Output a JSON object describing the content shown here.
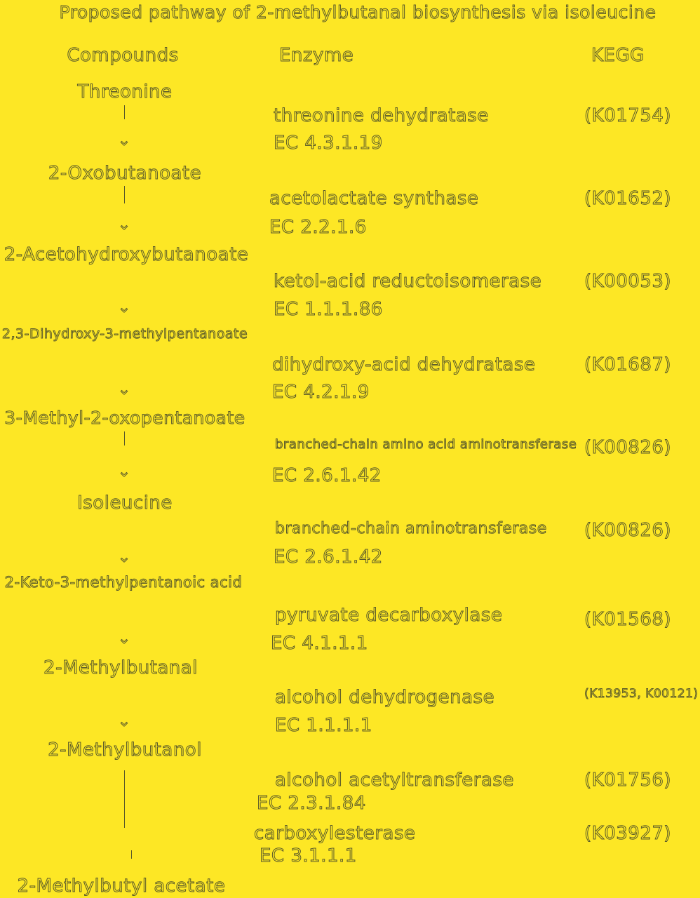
{
  "title": "Proposed pathway of 2-methylbutanal biosynthesis via isoleucine",
  "headers": {
    "compounds": "Compounds",
    "enzyme": "Enzyme",
    "kegg": "KEGG"
  },
  "compounds": [
    "Threonine",
    "2-Oxobutanoate",
    "2-Acetohydroxybutanoate",
    "2,3-Dihydroxy-3-methylpentanoate",
    "3-Methyl-2-oxopentanoate",
    "Isoleucine",
    "2-Keto-3-methylpentanoic acid",
    "2-Methylbutanal",
    "2-Methylbutanol",
    "2-Methylbutyl acetate"
  ],
  "enzymes": [
    {
      "name": "threonine dehydratase",
      "ec": "EC 4.3.1.19",
      "kegg": "(K01754)"
    },
    {
      "name": "acetolactate synthase",
      "ec": "EC 2.2.1.6",
      "kegg": "(K01652)"
    },
    {
      "name": "ketol-acid reductoisomerase",
      "ec": "EC 1.1.1.86",
      "kegg": "(K00053)"
    },
    {
      "name": "dihydroxy-acid dehydratase",
      "ec": "EC 4.2.1.9",
      "kegg": "(K01687)"
    },
    {
      "name": "branched-chain amino acid aminotransferase",
      "ec": "EC 2.6.1.42",
      "kegg": "(K00826)"
    },
    {
      "name": "branched-chain aminotransferase",
      "ec": "EC 2.6.1.42",
      "kegg": "(K00826)"
    },
    {
      "name": "pyruvate decarboxylase",
      "ec": "EC 4.1.1.1",
      "kegg": "(K01568)"
    },
    {
      "name": "alcohol dehydrogenase",
      "ec": "EC 1.1.1.1",
      "kegg": "(K13953, K00121)"
    },
    {
      "name": "alcohol acetyltransferase",
      "ec": "EC 2.3.1.84",
      "kegg": "(K01756)"
    },
    {
      "name": "carboxylesterase",
      "ec": "EC 3.1.1.1",
      "kegg": "(K03927)"
    }
  ]
}
